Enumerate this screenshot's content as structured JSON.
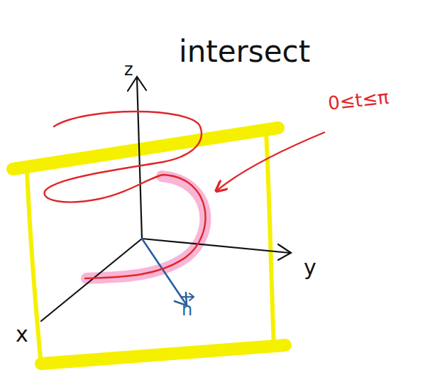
{
  "diagram": {
    "labels": [
      "intersect",
      "0≤t≤π",
      "z",
      "y",
      "x",
      "n"
    ]
  }
}
